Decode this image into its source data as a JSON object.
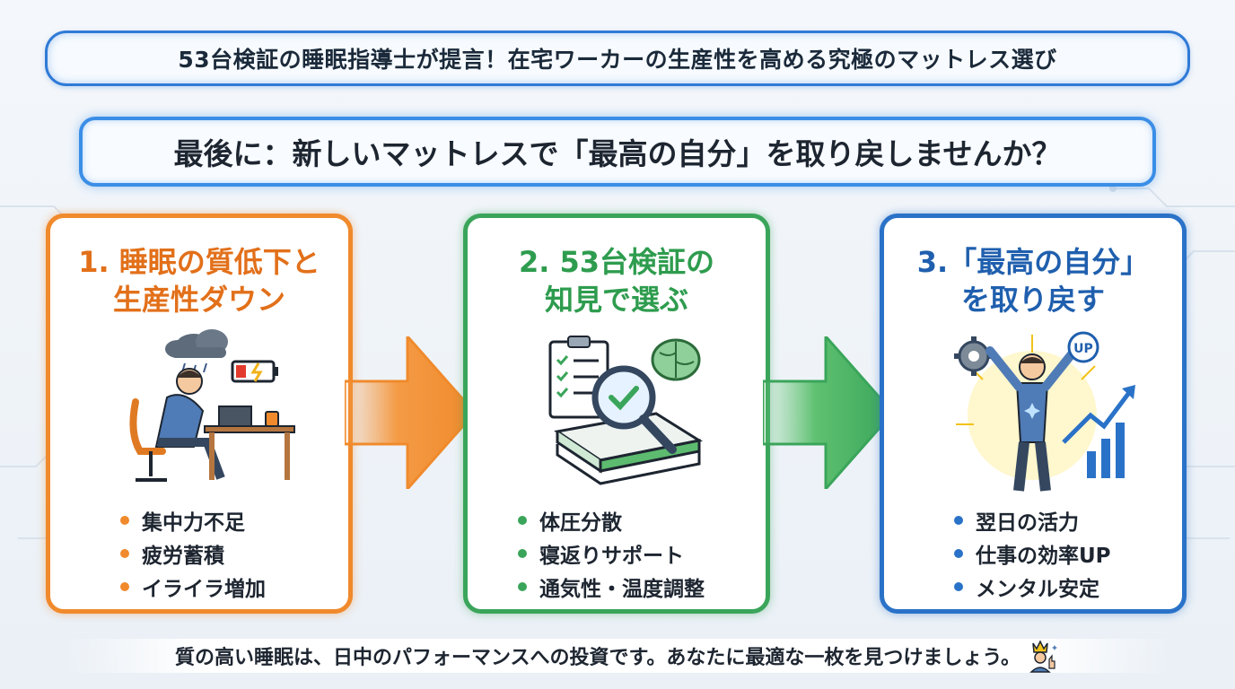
{
  "header": {
    "title": "53台検証の睡眠指導士が提言！在宅ワーカーの生産性を高める究極のマットレス選び",
    "subtitle": "最後に：新しいマットレスで「最高の自分」を取り戻しませんか？"
  },
  "cards": [
    {
      "title_line1": "1. 睡眠の質低下と",
      "title_line2": "生産性ダウン",
      "bullets": [
        "集中力不足",
        "疲労蓄積",
        "イライラ増加"
      ],
      "accent": "#f08a2c"
    },
    {
      "title_line1": "2. 53台検証の",
      "title_line2": "知見で選ぶ",
      "bullets": [
        "体圧分散",
        "寝返りサポート",
        "通気性・温度調整"
      ],
      "accent": "#3aa55a"
    },
    {
      "title_line1": "3.「最高の自分」",
      "title_line2": "を取り戻す",
      "badge": "UP",
      "bullets": [
        "翌日の活力",
        "仕事の効率UP",
        "メンタル安定"
      ],
      "accent": "#2a72c8"
    }
  ],
  "footer": {
    "text": "質の高い睡眠は、日中のパフォーマンスへの投資です。あなたに最適な一枚を見つけましょう。"
  },
  "icons": [
    "tired-worker-icon",
    "rain-cloud-icon",
    "low-battery-icon",
    "checklist-icon",
    "brain-icon",
    "magnifier-icon",
    "mattress-stack-icon",
    "gear-icon",
    "energized-person-icon",
    "growth-chart-icon",
    "thumbs-up-king-icon"
  ]
}
